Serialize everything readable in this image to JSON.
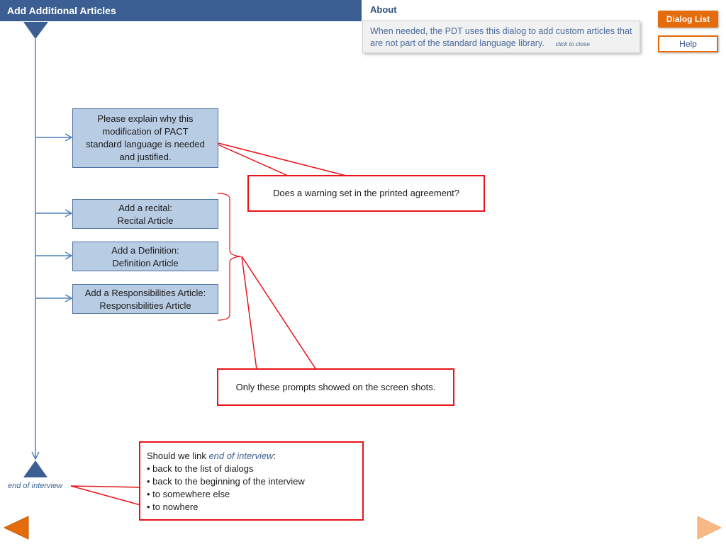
{
  "header": {
    "title": "Add Additional Articles"
  },
  "about": {
    "heading": "About",
    "text": "When needed, the PDT uses this dialog to add custom articles that are not part of the standard language library.",
    "close_label": "click to close"
  },
  "buttons": {
    "dialog_list": "Dialog List",
    "help": "Help"
  },
  "flow": {
    "boxes": [
      {
        "line1": "Please explain why this",
        "line2": "modification of PACT",
        "line3": "standard language is needed",
        "line4": "and justified."
      },
      {
        "line1": "Add a recital:",
        "line2": "Recital Article"
      },
      {
        "line1": "Add a Definition:",
        "line2": "Definition Article"
      },
      {
        "line1": "Add  a Responsibilities Article:",
        "line2": "Responsibilities Article"
      }
    ],
    "end_label": "end of interview"
  },
  "callouts": {
    "warning": "Does a warning set in the printed agreement?",
    "prompts": "Only these prompts showed on the screen shots.",
    "link": {
      "intro": "Should we link ",
      "link_text": "end of interview",
      "colon": ":",
      "options": [
        "• back to the list of dialogs",
        "• back to the beginning of the interview",
        "• to somewhere else",
        "• to nowhere"
      ]
    }
  },
  "colors": {
    "title_bar": "#3b5f92",
    "accent": "#e46c0a",
    "box_fill": "#b8cce4",
    "callout_border": "#e8141a"
  }
}
